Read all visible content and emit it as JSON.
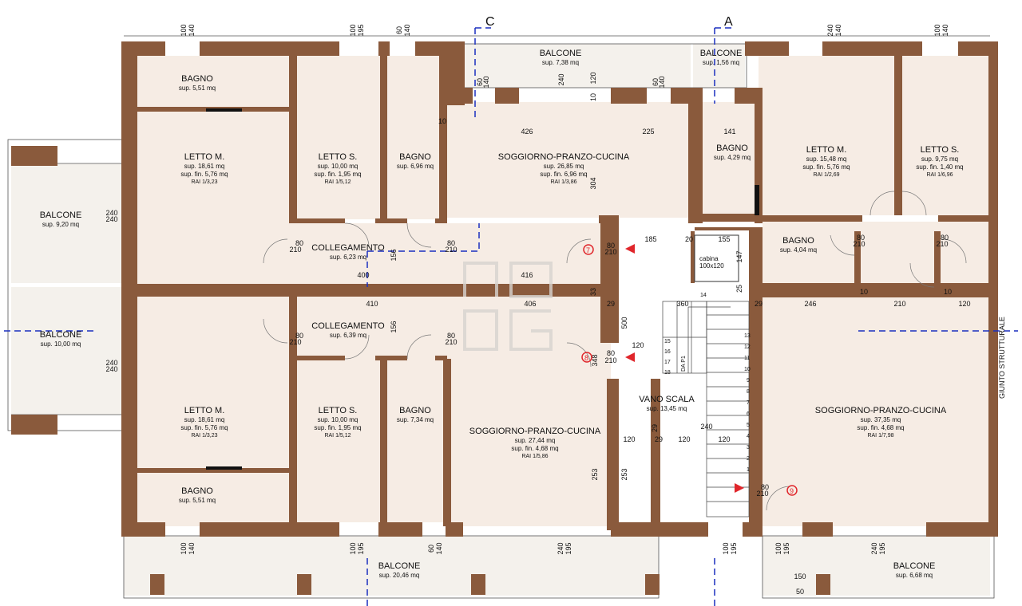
{
  "sections": [
    "C",
    "A"
  ],
  "rooms": [
    {
      "id": "bagno-nw",
      "name": "BAGNO",
      "sup": "sup. 5,51 mq",
      "fin": "",
      "rai": ""
    },
    {
      "id": "letto-m-nw",
      "name": "LETTO M.",
      "sup": "sup. 18,61 mq",
      "fin": "sup. fin. 5,76 mq",
      "rai": "RAI 1/3,23"
    },
    {
      "id": "letto-s-n1",
      "name": "LETTO S.",
      "sup": "sup. 10,00 mq",
      "fin": "sup. fin. 1,95 mq",
      "rai": "RAI 1/5,12"
    },
    {
      "id": "bagno-n1",
      "name": "BAGNO",
      "sup": "sup. 6,96 mq",
      "fin": "",
      "rai": ""
    },
    {
      "id": "soggiorno-n",
      "name": "SOGGIORNO-PRANZO-CUCINA",
      "sup": "sup. 26,85 mq",
      "fin": "sup. fin. 6,96 mq",
      "rai": "RAI 1/3,86"
    },
    {
      "id": "bagno-ne",
      "name": "BAGNO",
      "sup": "sup. 4,29 mq",
      "fin": "",
      "rai": ""
    },
    {
      "id": "letto-m-ne",
      "name": "LETTO M.",
      "sup": "sup. 15,48 mq",
      "fin": "sup. fin. 5,76 mq",
      "rai": "RAI 1/2,69"
    },
    {
      "id": "letto-s-ne",
      "name": "LETTO S.",
      "sup": "sup. 9,75 mq",
      "fin": "sup. fin. 1,40 mq",
      "rai": "RAI 1/6,96"
    },
    {
      "id": "coll-n",
      "name": "COLLEGAMENTO",
      "sup": "sup. 6,23 mq",
      "fin": "",
      "rai": ""
    },
    {
      "id": "bagno-e",
      "name": "BAGNO",
      "sup": "sup. 4,04 mq",
      "fin": "",
      "rai": ""
    },
    {
      "id": "coll-s",
      "name": "COLLEGAMENTO",
      "sup": "sup. 6,39 mq",
      "fin": "",
      "rai": ""
    },
    {
      "id": "letto-m-sw",
      "name": "LETTO M.",
      "sup": "sup. 18,61 mq",
      "fin": "sup. fin. 5,76 mq",
      "rai": "RAI 1/3,23"
    },
    {
      "id": "letto-s-s1",
      "name": "LETTO S.",
      "sup": "sup. 10,00 mq",
      "fin": "sup. fin. 1,95 mq",
      "rai": "RAI 1/5,12"
    },
    {
      "id": "bagno-s1",
      "name": "BAGNO",
      "sup": "sup. 7,34 mq",
      "fin": "",
      "rai": ""
    },
    {
      "id": "soggiorno-s",
      "name": "SOGGIORNO-PRANZO-CUCINA",
      "sup": "sup. 27,44 mq",
      "fin": "sup. fin. 4,68 mq",
      "rai": "RAI 1/5,86"
    },
    {
      "id": "vano-scala",
      "name": "VANO SCALA",
      "sup": "sup. 13,45 mq",
      "fin": "",
      "rai": ""
    },
    {
      "id": "soggiorno-e",
      "name": "SOGGIORNO-PRANZO-CUCINA",
      "sup": "sup. 37,35 mq",
      "fin": "sup. fin. 4,68 mq",
      "rai": "RAI 1/7,98"
    },
    {
      "id": "bagno-sw",
      "name": "BAGNO",
      "sup": "sup. 5,51 mq",
      "fin": "",
      "rai": ""
    }
  ],
  "balconies": [
    {
      "id": "balcone-n",
      "name": "BALCONE",
      "sup": "sup. 7,38 mq"
    },
    {
      "id": "balcone-ne",
      "name": "BALCONE",
      "sup": "sup. 1,56 mq"
    },
    {
      "id": "balcone-w1",
      "name": "BALCONE",
      "sup": "sup. 9,20 mq"
    },
    {
      "id": "balcone-w2",
      "name": "BALCONE",
      "sup": "sup. 10,00 mq"
    },
    {
      "id": "balcone-s",
      "name": "BALCONE",
      "sup": "sup. 20,46 mq"
    },
    {
      "id": "balcone-se",
      "name": "BALCONE",
      "sup": "sup. 6,68 mq"
    }
  ],
  "lift": {
    "label": "cabina",
    "size": "100x120"
  },
  "joint_label": "GIUNTO STRUTTURALE",
  "stair_label": "DA P1",
  "door_numbers": [
    "7",
    "8",
    "9"
  ],
  "dimensions": {
    "d426": "426",
    "d225": "225",
    "d141": "141",
    "d10": "10",
    "d304": "304",
    "d185": "185",
    "d155": "155",
    "d147": "147",
    "d400": "400",
    "d416": "416",
    "d410": "410",
    "d406": "406",
    "d360": "360",
    "d246": "246",
    "d210": "210",
    "d120": "120",
    "d500": "500",
    "d348": "348",
    "d240": "240",
    "d253": "253",
    "d156": "156",
    "d33": "33",
    "d29": "29",
    "d20": "20",
    "d25": "25",
    "d80": "80",
    "d100": "100",
    "d195": "195",
    "d60": "60",
    "d140": "140",
    "d150": "150",
    "d50": "50",
    "d14": "14"
  },
  "stair_numbers": [
    "14",
    "15",
    "16",
    "17",
    "18",
    "13",
    "12",
    "11",
    "10",
    "9",
    "8",
    "7",
    "6",
    "5",
    "4",
    "3",
    "2",
    "1"
  ],
  "colors": {
    "wall": "#8a5a3c",
    "room": "#f6ece4",
    "section": "#1a2fbf",
    "marker": "#e0262b"
  }
}
